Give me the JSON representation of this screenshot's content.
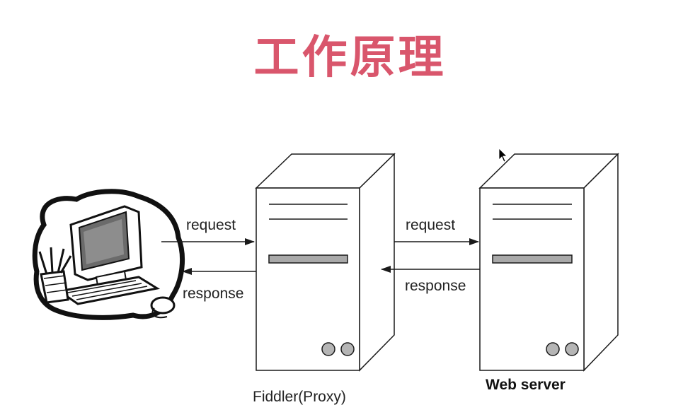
{
  "title": "工作原理",
  "labels": {
    "client_to_proxy_request": "request",
    "proxy_to_client_response": "response",
    "proxy_to_server_request": "request",
    "server_to_proxy_response": "response",
    "proxy_caption": "Fiddler(Proxy)",
    "server_caption": "Web server"
  },
  "colors": {
    "title": "#d9566c",
    "stroke": "#1a1a1a",
    "slot_fill": "#a9a9a9",
    "button_fill": "#b5b5b5"
  },
  "icons": {
    "client": "computer-workstation-icon",
    "cursor": "mouse-pointer-icon"
  }
}
